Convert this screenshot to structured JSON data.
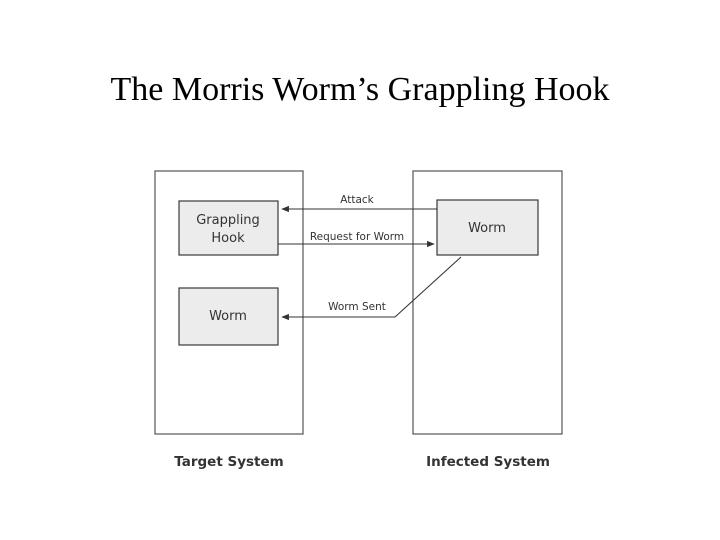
{
  "slide": {
    "title": "The Morris Worm’s Grappling Hook"
  },
  "diagram": {
    "systems": {
      "target": {
        "label": "Target System"
      },
      "infected": {
        "label": "Infected System"
      }
    },
    "nodes": {
      "grappling_hook": {
        "line1": "Grappling",
        "line2": "Hook"
      },
      "target_worm": {
        "label": "Worm"
      },
      "infected_worm": {
        "label": "Worm"
      }
    },
    "edges": {
      "attack": {
        "label": "Attack"
      },
      "request": {
        "label": "Request for Worm"
      },
      "sent": {
        "label": "Worm Sent"
      }
    },
    "colors": {
      "box_fill": "#ececec",
      "box_stroke": "#3a3a3a",
      "system_stroke": "#555555",
      "text": "#333333",
      "arrow": "#333333"
    }
  }
}
